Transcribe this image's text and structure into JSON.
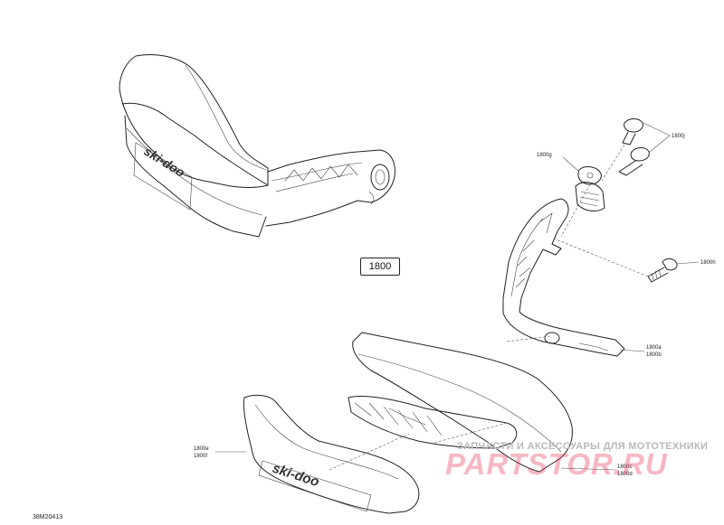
{
  "diagram": {
    "main_ref": "1800",
    "document_id": "38M20413",
    "labels": {
      "j": "1800j",
      "g": "1800g",
      "h": "1800h",
      "a": "1800a",
      "b": "1800b",
      "e": "1800e",
      "f": "1800f",
      "c": "1800c",
      "d": "1800d"
    },
    "brand_logo": "ski-doo"
  },
  "watermark": {
    "caption": "ЗАПЧАСТИ И АКСЕССУАРЫ ДЛЯ МОТОТЕХНИКИ",
    "site": "PARTSTOR.RU",
    "color": "#e73056"
  }
}
